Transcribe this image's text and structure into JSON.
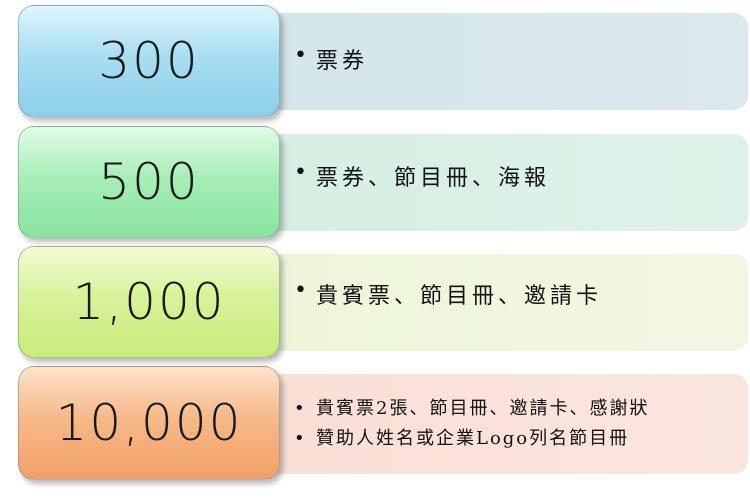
{
  "tiers": [
    {
      "amount": "300",
      "items": [
        "票券"
      ]
    },
    {
      "amount": "500",
      "items": [
        "票券、節目冊、海報"
      ]
    },
    {
      "amount": "1,000",
      "items": [
        "貴賓票、節目冊、邀請卡"
      ]
    },
    {
      "amount": "10,000",
      "items": [
        "貴賓票2張、節目冊、邀請卡、感謝狀",
        "贊助人姓名或企業Logo列名節目冊"
      ]
    }
  ],
  "bullet_glyph": "•",
  "colors": {
    "tier_300_box": "#a9def2",
    "tier_300_panel": "#d4e5ec",
    "tier_500_box": "#a8eeb8",
    "tier_500_panel": "#d8efe4",
    "tier_1000_box": "#d8f29a",
    "tier_1000_panel": "#eef5dc",
    "tier_10000_box": "#f7b98a",
    "tier_10000_panel": "#f9e0d8"
  }
}
